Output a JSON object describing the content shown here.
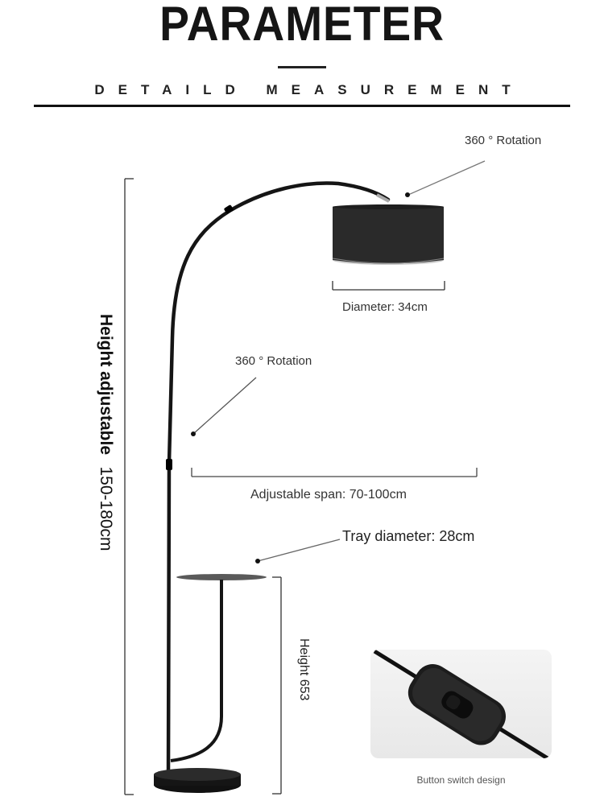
{
  "header": {
    "title": "PARAMETER",
    "subtitle": "DETAILD MEASUREMENT"
  },
  "annotations": {
    "shade_rotation": "360 ° Rotation",
    "shade_diameter": "Diameter: 34cm",
    "arm_rotation": "360 ° Rotation",
    "adjustable_span": "Adjustable span: 70-100cm",
    "tray_diameter": "Tray diameter: 28cm",
    "height_adjustable_label": "Height adjustable",
    "height_adjustable_value": "150-180cm",
    "tray_height": "Height 653",
    "switch_caption": "Button switch design"
  },
  "colors": {
    "lamp_black": "#151515",
    "shade_inner": "#c9c9c9",
    "dimension_line": "#333333",
    "switch_bg": "#eeeeee"
  }
}
